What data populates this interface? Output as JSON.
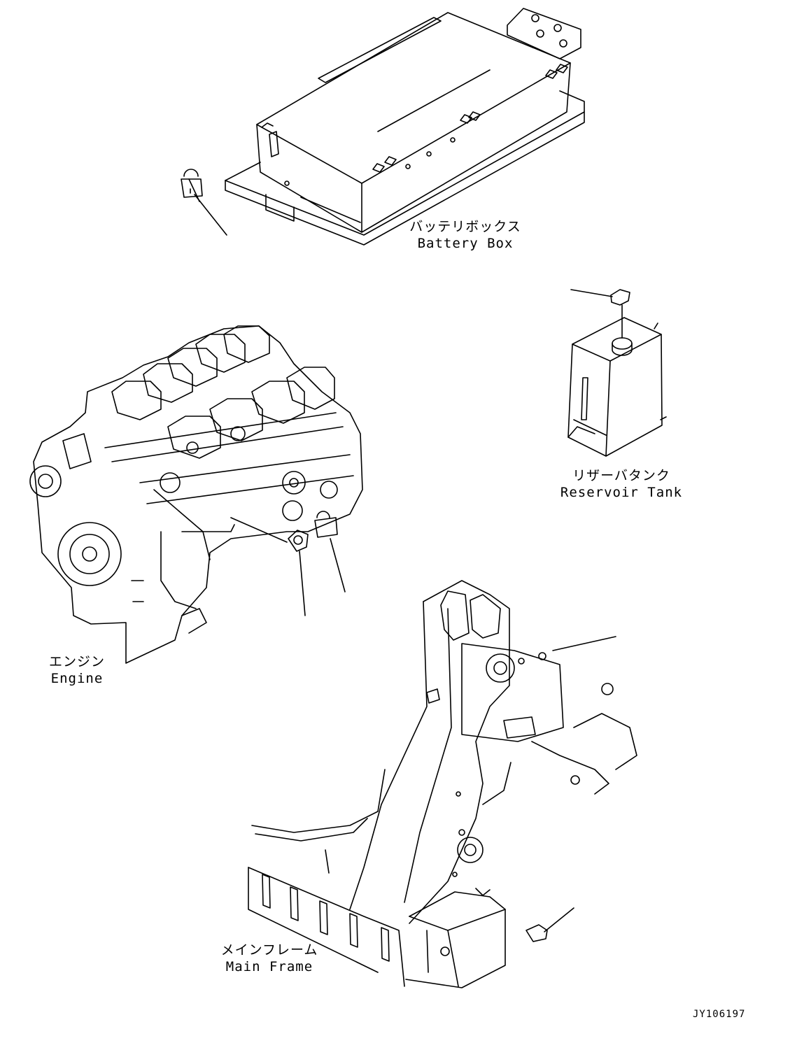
{
  "labels": {
    "battery_box": {
      "jp": "バッテリボックス",
      "en": "Battery Box"
    },
    "reservoir_tank": {
      "jp": "リザーバタンク",
      "en": "Reservoir Tank"
    },
    "engine": {
      "jp": "エンジン",
      "en": "Engine"
    },
    "main_frame": {
      "jp": "メインフレーム",
      "en": "Main Frame"
    }
  },
  "drawing_code": "JY106197",
  "colors": {
    "line": "#000000",
    "background": "#ffffff"
  }
}
